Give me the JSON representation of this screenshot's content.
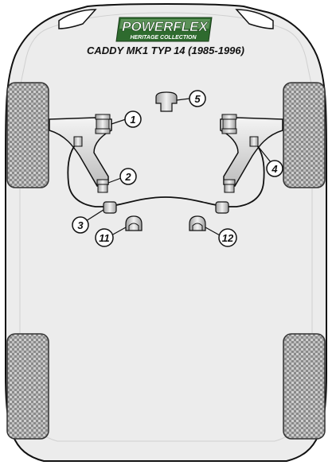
{
  "brand": {
    "name": "POWERFLEX",
    "tagline": "HERITAGE COLLECTION",
    "colors": {
      "badge_green": "#2e6b2e",
      "badge_light": "#7fb07a",
      "text": "#ffffff"
    }
  },
  "title": "CADDY MK1 TYP 14 (1985-1996)",
  "parts": [
    {
      "id": "bush-1",
      "label": "1"
    },
    {
      "id": "bush-2",
      "label": "2"
    },
    {
      "id": "bush-3",
      "label": "3"
    },
    {
      "id": "bush-4",
      "label": "4"
    },
    {
      "id": "bush-5",
      "label": "5"
    },
    {
      "id": "bush-11",
      "label": "11"
    },
    {
      "id": "bush-12",
      "label": "12"
    }
  ],
  "colors": {
    "body_fill": "#e8e8e8",
    "outline": "#111111",
    "bush_fill": "#d4d4d4",
    "tyre_fill": "#9a9a9a"
  }
}
